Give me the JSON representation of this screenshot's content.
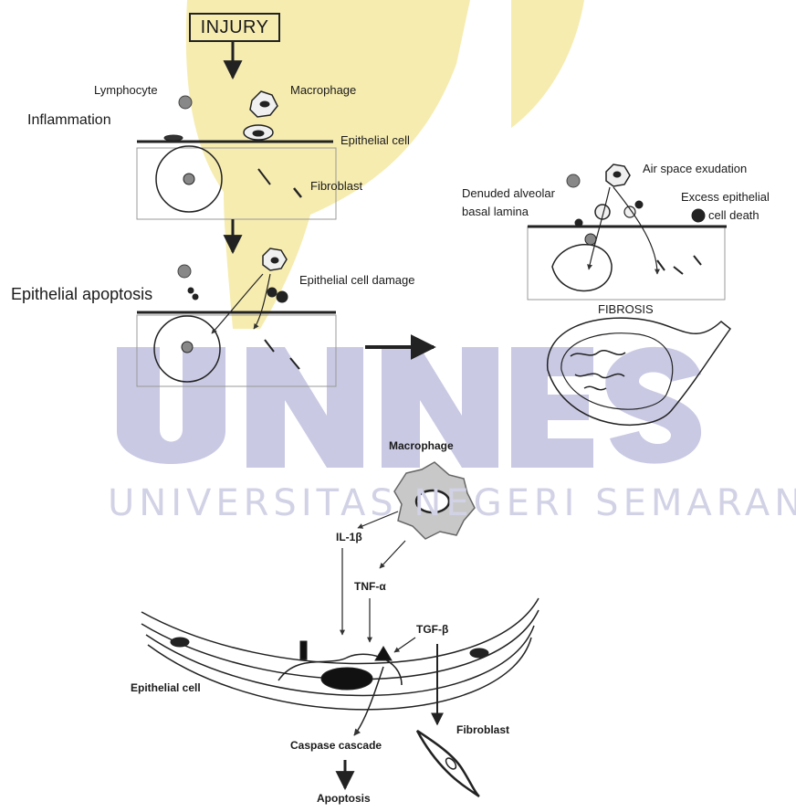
{
  "watermark": {
    "letters": "UNNES",
    "subtitle": "UNIVERSITAS NEGERI SEMARANG",
    "color_yellow": "#f6ecb0",
    "color_blue": "#c9c9e4"
  },
  "top_panel": {
    "injury": "INJURY",
    "lymphocyte": "Lymphocyte",
    "macrophage": "Macrophage",
    "inflammation": "Inflammation",
    "epithelial_cell": "Epithelial cell",
    "fibroblast": "Fibroblast",
    "epithelial_apoptosis": "Epithelial apoptosis",
    "epithelial_cell_damage": "Epithelial cell damage"
  },
  "right_panel": {
    "air_space_exudation": "Air space exudation",
    "denuded_line1": "Denuded alveolar",
    "denuded_line2": "basal lamina",
    "excess_line1": "Excess epithelial",
    "excess_line2": "cell death",
    "fibrosis": "FIBROSIS"
  },
  "bottom_panel": {
    "macrophage": "Macrophage",
    "il1b": "IL-1β",
    "tnfa": "TNF-α",
    "tgfb": "TGF-β",
    "epithelial_cell": "Epithelial cell",
    "fibroblast": "Fibroblast",
    "caspase_cascade": "Caspase cascade",
    "apoptosis": "Apoptosis"
  }
}
